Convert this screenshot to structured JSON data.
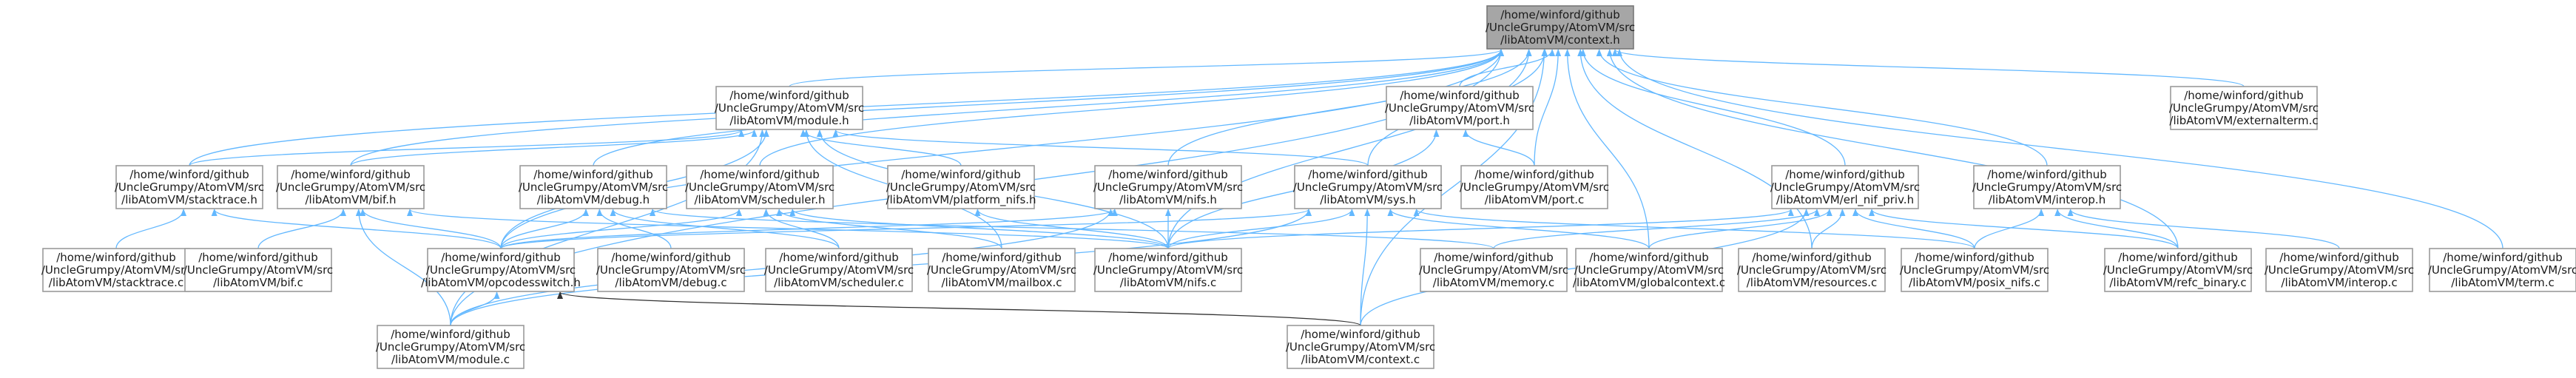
{
  "graph": {
    "nodes": [
      {
        "id": "context_h",
        "root": true,
        "lines": [
          "/home/winford/github",
          "/UncleGrumpy/AtomVM/src",
          "/libAtomVM/context.h"
        ]
      },
      {
        "id": "module_h",
        "lines": [
          "/home/winford/github",
          "/UncleGrumpy/AtomVM/src",
          "/libAtomVM/module.h"
        ]
      },
      {
        "id": "port_h",
        "lines": [
          "/home/winford/github",
          "/UncleGrumpy/AtomVM/src",
          "/libAtomVM/port.h"
        ]
      },
      {
        "id": "externalterm_c",
        "lines": [
          "/home/winford/github",
          "/UncleGrumpy/AtomVM/src",
          "/libAtomVM/externalterm.c"
        ]
      },
      {
        "id": "stacktrace_h",
        "lines": [
          "/home/winford/github",
          "/UncleGrumpy/AtomVM/src",
          "/libAtomVM/stacktrace.h"
        ]
      },
      {
        "id": "bif_h",
        "lines": [
          "/home/winford/github",
          "/UncleGrumpy/AtomVM/src",
          "/libAtomVM/bif.h"
        ]
      },
      {
        "id": "debug_h",
        "lines": [
          "/home/winford/github",
          "/UncleGrumpy/AtomVM/src",
          "/libAtomVM/debug.h"
        ]
      },
      {
        "id": "scheduler_h",
        "lines": [
          "/home/winford/github",
          "/UncleGrumpy/AtomVM/src",
          "/libAtomVM/scheduler.h"
        ]
      },
      {
        "id": "platform_nifs_h",
        "lines": [
          "/home/winford/github",
          "/UncleGrumpy/AtomVM/src",
          "/libAtomVM/platform_nifs.h"
        ]
      },
      {
        "id": "nifs_h",
        "lines": [
          "/home/winford/github",
          "/UncleGrumpy/AtomVM/src",
          "/libAtomVM/nifs.h"
        ]
      },
      {
        "id": "sys_h",
        "lines": [
          "/home/winford/github",
          "/UncleGrumpy/AtomVM/src",
          "/libAtomVM/sys.h"
        ]
      },
      {
        "id": "port_c",
        "lines": [
          "/home/winford/github",
          "/UncleGrumpy/AtomVM/src",
          "/libAtomVM/port.c"
        ]
      },
      {
        "id": "erl_nif_priv_h",
        "lines": [
          "/home/winford/github",
          "/UncleGrumpy/AtomVM/src",
          "/libAtomVM/erl_nif_priv.h"
        ]
      },
      {
        "id": "interop_h",
        "lines": [
          "/home/winford/github",
          "/UncleGrumpy/AtomVM/src",
          "/libAtomVM/interop.h"
        ]
      },
      {
        "id": "stacktrace_c",
        "lines": [
          "/home/winford/github",
          "/UncleGrumpy/AtomVM/src",
          "/libAtomVM/stacktrace.c"
        ]
      },
      {
        "id": "bif_c",
        "lines": [
          "/home/winford/github",
          "/UncleGrumpy/AtomVM/src",
          "/libAtomVM/bif.c"
        ]
      },
      {
        "id": "opcodesswitch_h",
        "lines": [
          "/home/winford/github",
          "/UncleGrumpy/AtomVM/src",
          "/libAtomVM/opcodesswitch.h"
        ]
      },
      {
        "id": "debug_c",
        "lines": [
          "/home/winford/github",
          "/UncleGrumpy/AtomVM/src",
          "/libAtomVM/debug.c"
        ]
      },
      {
        "id": "scheduler_c",
        "lines": [
          "/home/winford/github",
          "/UncleGrumpy/AtomVM/src",
          "/libAtomVM/scheduler.c"
        ]
      },
      {
        "id": "mailbox_c",
        "lines": [
          "/home/winford/github",
          "/UncleGrumpy/AtomVM/src",
          "/libAtomVM/mailbox.c"
        ]
      },
      {
        "id": "nifs_c",
        "lines": [
          "/home/winford/github",
          "/UncleGrumpy/AtomVM/src",
          "/libAtomVM/nifs.c"
        ]
      },
      {
        "id": "memory_c",
        "lines": [
          "/home/winford/github",
          "/UncleGrumpy/AtomVM/src",
          "/libAtomVM/memory.c"
        ]
      },
      {
        "id": "globalcontext_c",
        "lines": [
          "/home/winford/github",
          "/UncleGrumpy/AtomVM/src",
          "/libAtomVM/globalcontext.c"
        ]
      },
      {
        "id": "resources_c",
        "lines": [
          "/home/winford/github",
          "/UncleGrumpy/AtomVM/src",
          "/libAtomVM/resources.c"
        ]
      },
      {
        "id": "posix_nifs_c",
        "lines": [
          "/home/winford/github",
          "/UncleGrumpy/AtomVM/src",
          "/libAtomVM/posix_nifs.c"
        ]
      },
      {
        "id": "refc_binary_c",
        "lines": [
          "/home/winford/github",
          "/UncleGrumpy/AtomVM/src",
          "/libAtomVM/refc_binary.c"
        ]
      },
      {
        "id": "interop_c",
        "lines": [
          "/home/winford/github",
          "/UncleGrumpy/AtomVM/src",
          "/libAtomVM/interop.c"
        ]
      },
      {
        "id": "term_c",
        "lines": [
          "/home/winford/github",
          "/UncleGrumpy/AtomVM/src",
          "/libAtomVM/term.c"
        ]
      },
      {
        "id": "module_c",
        "lines": [
          "/home/winford/github",
          "/UncleGrumpy/AtomVM/src",
          "/libAtomVM/module.c"
        ]
      },
      {
        "id": "context_c",
        "lines": [
          "/home/winford/github",
          "/UncleGrumpy/AtomVM/src",
          "/libAtomVM/context.c"
        ]
      }
    ],
    "edges": [
      [
        "module_h",
        "context_h"
      ],
      [
        "port_h",
        "context_h"
      ],
      [
        "externalterm_c",
        "context_h"
      ],
      [
        "stacktrace_h",
        "context_h"
      ],
      [
        "bif_h",
        "context_h"
      ],
      [
        "debug_h",
        "context_h"
      ],
      [
        "scheduler_h",
        "context_h"
      ],
      [
        "nifs_h",
        "context_h"
      ],
      [
        "sys_h",
        "context_h"
      ],
      [
        "port_c",
        "context_h"
      ],
      [
        "erl_nif_priv_h",
        "context_h"
      ],
      [
        "interop_h",
        "context_h"
      ],
      [
        "opcodesswitch_h",
        "context_h"
      ],
      [
        "nifs_c",
        "context_h"
      ],
      [
        "globalcontext_c",
        "context_h"
      ],
      [
        "resources_c",
        "context_h"
      ],
      [
        "refc_binary_c",
        "context_h"
      ],
      [
        "term_c",
        "context_h"
      ],
      [
        "module_c",
        "context_h"
      ],
      [
        "context_c",
        "context_h"
      ],
      [
        "stacktrace_h",
        "module_h"
      ],
      [
        "bif_h",
        "module_h"
      ],
      [
        "platform_nifs_h",
        "module_h"
      ],
      [
        "sys_h",
        "module_h"
      ],
      [
        "opcodesswitch_h",
        "module_h"
      ],
      [
        "nifs_c",
        "module_h"
      ],
      [
        "module_c",
        "module_h"
      ],
      [
        "mailbox_c",
        "module_h"
      ],
      [
        "nifs_c",
        "port_h"
      ],
      [
        "port_c",
        "port_h"
      ],
      [
        "stacktrace_c",
        "stacktrace_h"
      ],
      [
        "opcodesswitch_h",
        "stacktrace_h"
      ],
      [
        "bif_c",
        "bif_h"
      ],
      [
        "opcodesswitch_h",
        "bif_h"
      ],
      [
        "module_c",
        "bif_h"
      ],
      [
        "nifs_c",
        "bif_h"
      ],
      [
        "debug_c",
        "debug_h"
      ],
      [
        "opcodesswitch_h",
        "debug_h"
      ],
      [
        "scheduler_c",
        "debug_h"
      ],
      [
        "memory_c",
        "debug_h"
      ],
      [
        "scheduler_c",
        "scheduler_h"
      ],
      [
        "mailbox_c",
        "scheduler_h"
      ],
      [
        "nifs_c",
        "scheduler_h"
      ],
      [
        "opcodesswitch_h",
        "scheduler_h"
      ],
      [
        "nifs_c",
        "platform_nifs_h"
      ],
      [
        "nifs_c",
        "nifs_h"
      ],
      [
        "opcodesswitch_h",
        "nifs_h"
      ],
      [
        "module_c",
        "nifs_h"
      ],
      [
        "nifs_c",
        "sys_h"
      ],
      [
        "opcodesswitch_h",
        "sys_h"
      ],
      [
        "module_c",
        "sys_h"
      ],
      [
        "context_c",
        "sys_h"
      ],
      [
        "posix_nifs_c",
        "sys_h"
      ],
      [
        "globalcontext_c",
        "sys_h"
      ],
      [
        "nifs_c",
        "erl_nif_priv_h"
      ],
      [
        "memory_c",
        "erl_nif_priv_h"
      ],
      [
        "globalcontext_c",
        "erl_nif_priv_h"
      ],
      [
        "resources_c",
        "erl_nif_priv_h"
      ],
      [
        "posix_nifs_c",
        "erl_nif_priv_h"
      ],
      [
        "refc_binary_c",
        "erl_nif_priv_h"
      ],
      [
        "context_c",
        "erl_nif_priv_h"
      ],
      [
        "posix_nifs_c",
        "interop_h"
      ],
      [
        "interop_c",
        "interop_h"
      ],
      [
        "refc_binary_c",
        "interop_h"
      ],
      [
        "module_c",
        "opcodesswitch_h"
      ]
    ],
    "dark_edges": [
      [
        "context_c",
        "opcodesswitch_h"
      ]
    ]
  }
}
